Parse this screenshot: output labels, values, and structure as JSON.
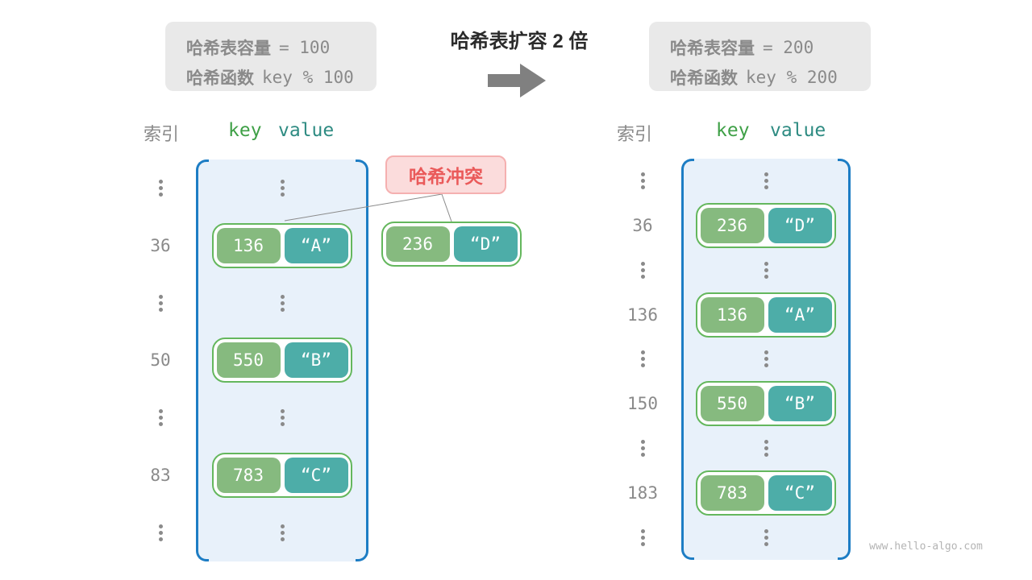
{
  "header": {
    "title": "哈希表扩容 2 倍",
    "left_box": {
      "line1_label": "哈希表容量",
      "line1_value": "=  100",
      "line2_label": "哈希函数",
      "line2_value": "key % 100"
    },
    "right_box": {
      "line1_label": "哈希表容量",
      "line1_value": "=  200",
      "line2_label": "哈希函数",
      "line2_value": "key % 200"
    }
  },
  "collision": {
    "label": "哈希冲突",
    "pair": {
      "key": "236",
      "value": "“D”"
    }
  },
  "tables": {
    "left": {
      "index_header": "索引",
      "key_header": "key",
      "value_header": "value",
      "rows": [
        {
          "type": "ellipsis"
        },
        {
          "type": "entry",
          "index": "36",
          "key": "136",
          "value": "“A”"
        },
        {
          "type": "ellipsis"
        },
        {
          "type": "entry",
          "index": "50",
          "key": "550",
          "value": "“B”"
        },
        {
          "type": "ellipsis"
        },
        {
          "type": "entry",
          "index": "83",
          "key": "783",
          "value": "“C”"
        },
        {
          "type": "ellipsis"
        }
      ]
    },
    "right": {
      "index_header": "索引",
      "key_header": "key",
      "value_header": "value",
      "rows": [
        {
          "type": "ellipsis"
        },
        {
          "type": "entry",
          "index": "36",
          "key": "236",
          "value": "“D”"
        },
        {
          "type": "ellipsis"
        },
        {
          "type": "entry",
          "index": "136",
          "key": "136",
          "value": "“A”"
        },
        {
          "type": "ellipsis"
        },
        {
          "type": "entry",
          "index": "150",
          "key": "550",
          "value": "“B”"
        },
        {
          "type": "ellipsis"
        },
        {
          "type": "entry",
          "index": "183",
          "key": "783",
          "value": "“C”"
        },
        {
          "type": "ellipsis"
        }
      ]
    }
  },
  "watermark": "www.hello-algo.com",
  "colors": {
    "blue": "#1d7dc4",
    "lightblue": "#e8f1fa",
    "keygreen": "#86ba7f",
    "valteal": "#4dada8",
    "pairborder": "#64b75d",
    "graytext": "#8a8a8a",
    "boxbg": "#e9e9e9",
    "red": "#ea5a5a",
    "pinkbg": "#fbdcdc",
    "pinkborder": "#f5b0b0",
    "arrow": "#808080",
    "watermark": "#b4b4b4",
    "keyheader": "#3fa047",
    "valheader": "#2e8b82",
    "title": "#2b2b2b",
    "dots": "#8a8a8a"
  }
}
